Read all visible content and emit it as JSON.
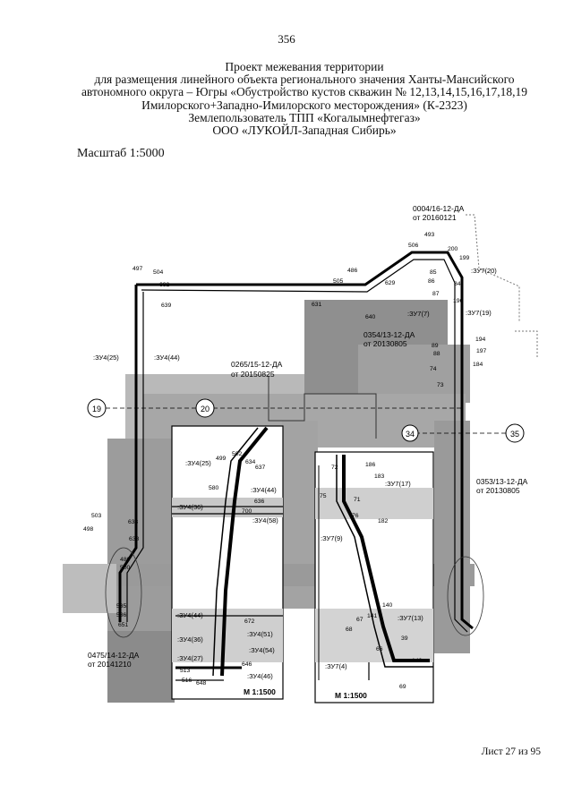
{
  "page_number": "356",
  "title_lines": [
    "Проект межевания территории",
    "для размещения линейного объекта регионального значения Ханты-Мансийского",
    "автономного округа – Югры «Обустройство кустов скважин № 12,13,14,15,16,17,18,19",
    "Имилорского+Западно-Имилорского месторождения» (К-2323)",
    "Землепользователь ТПП «Когалымнефтегаз»",
    "ООО «ЛУКОЙЛ-Западная Сибирь»"
  ],
  "scale": "Масштаб 1:5000",
  "sheet": "Лист 27 из 95",
  "map": {
    "colors": {
      "fill_dark": "#8a8a8a",
      "fill_mid": "#a9a9a9",
      "fill_light": "#c4c4c4",
      "line": "#000000"
    },
    "parcel_refs": [
      {
        "label": "0004/16-12-ДА",
        "date": "от 20160121"
      },
      {
        "label": "0354/13-12-ДА",
        "date": "от 20130805"
      },
      {
        "label": "0265/15-12-ДА",
        "date": "от 20150825"
      },
      {
        "label": "0353/13-12-ДА",
        "date": "от 20130805"
      },
      {
        "label": "0475/14-12-ДА",
        "date": "от 20141210"
      }
    ],
    "zones": [
      ":ЗУ7(20)",
      ":ЗУ7(7)",
      ":ЗУ7(19)",
      ":ЗУ4(25)",
      ":ЗУ4(44)",
      ":ЗУ7(17)",
      ":ЗУ7(9)",
      ":ЗУ7(13)",
      ":ЗУ7(4)",
      ":ЗУ4(36)",
      ":ЗУ4(58)",
      ":ЗУ4(51)",
      ":ЗУ4(54)",
      ":ЗУ4(27)",
      ":ЗУ4(46)"
    ],
    "circled_markers": [
      "19",
      "20",
      "34",
      "35"
    ],
    "inset_scales": [
      "М 1:1500",
      "М 1:1500"
    ],
    "point_numbers": [
      "493",
      "506",
      "200",
      "199",
      "85",
      "86",
      "87",
      "84",
      "196",
      "486",
      "505",
      "629",
      "631",
      "640",
      "497",
      "504",
      "632",
      "639",
      "194",
      "197",
      "89",
      "88",
      "184",
      "74",
      "73",
      "499",
      "502",
      "634",
      "637",
      "580",
      "636",
      "700",
      "503",
      "498",
      "633",
      "638",
      "480",
      "500",
      "535",
      "536",
      "651",
      "672",
      "646",
      "513",
      "516",
      "648",
      "186",
      "183",
      "72",
      "75",
      "71",
      "76",
      "182",
      "140",
      "67",
      "68",
      "39",
      "141",
      "66",
      "142",
      "69"
    ]
  }
}
